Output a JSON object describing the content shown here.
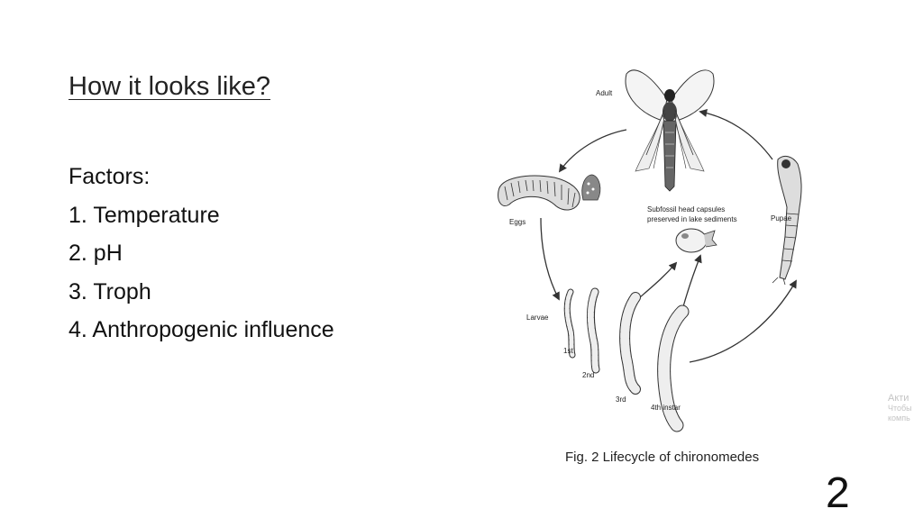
{
  "slide": {
    "heading": "How it looks like?",
    "factors_title": "Factors:",
    "factors": [
      "1. Temperature",
      "2. pH",
      "3. Troph",
      "4. Anthropogenic influence"
    ],
    "caption": "Fig. 2 Lifecycle of chironomedes",
    "page_number": "2"
  },
  "figure": {
    "labels": {
      "adult": "Adult",
      "eggs": "Eggs",
      "pupae": "Pupae",
      "subfossil_line1": "Subfossil head capsules",
      "subfossil_line2": "preserved in lake sediments",
      "larvae": "Larvae",
      "instar1": "1st",
      "instar2": "2nd",
      "instar3": "3rd",
      "instar4": "4th instar"
    }
  },
  "watermark": {
    "line1": "Акти",
    "line2": "Чтобы",
    "line3": "компь"
  }
}
